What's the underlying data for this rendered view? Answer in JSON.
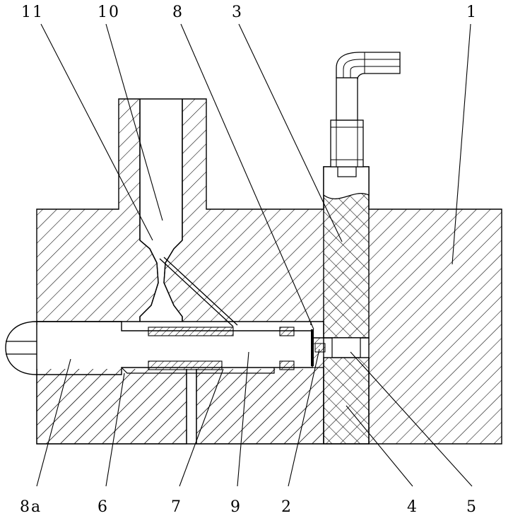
{
  "labels": {
    "l11": "11",
    "l10": "10",
    "l8": "8",
    "l3": "3",
    "l1": "1",
    "l8a": "8a",
    "l6": "6",
    "l7": "7",
    "l9": "9",
    "l2": "2",
    "l4": "4",
    "l5": "5"
  },
  "colors": {
    "line": "#000000",
    "background": "#ffffff"
  }
}
